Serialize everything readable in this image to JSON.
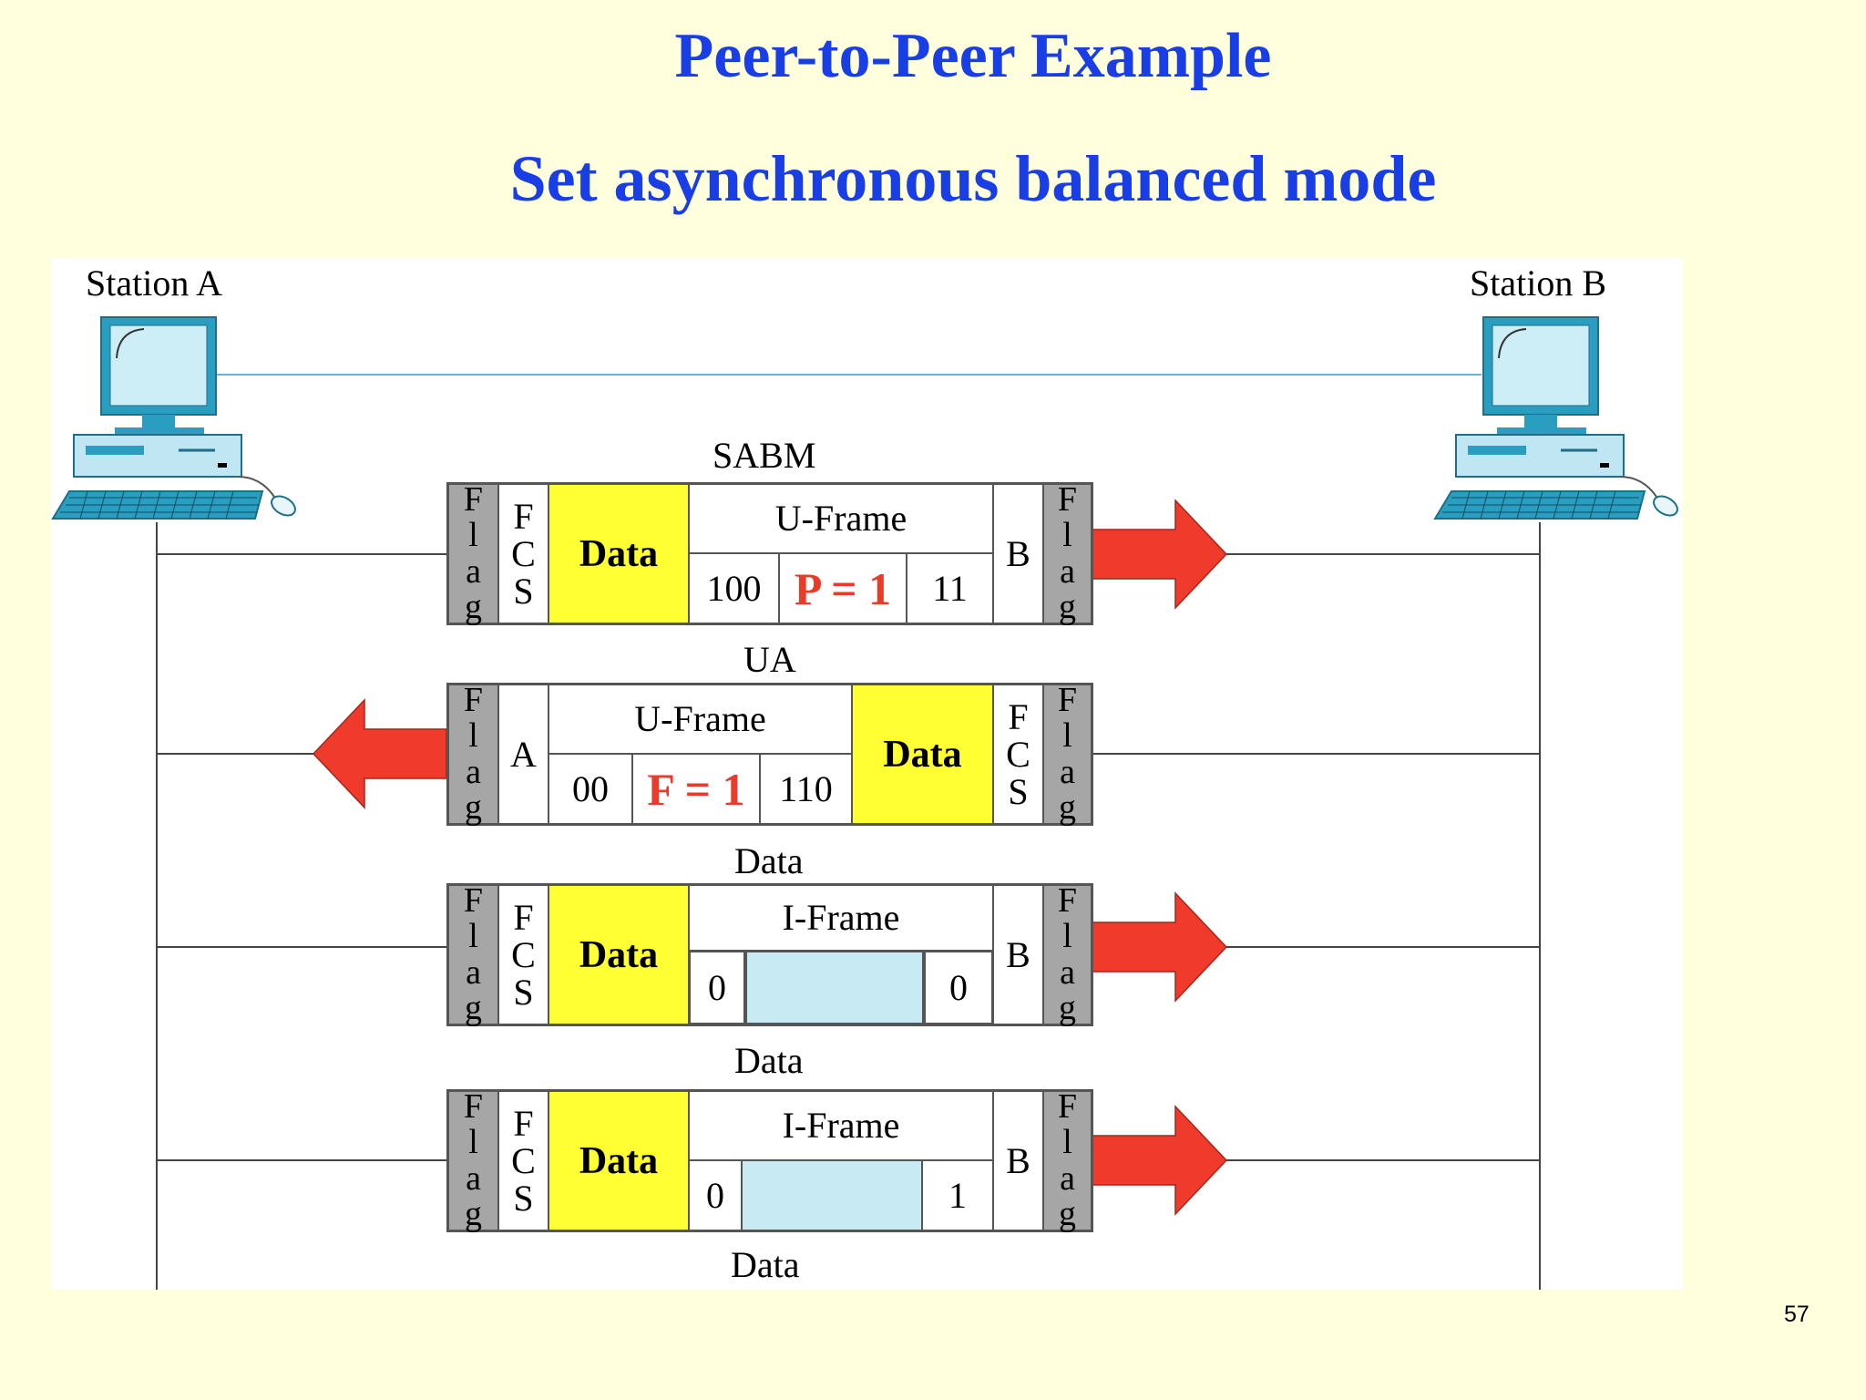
{
  "title": "Peer-to-Peer Example",
  "subtitle": "Set asynchronous balanced mode",
  "station_a": "Station A",
  "station_b": "Station B",
  "page_number": "57",
  "colors": {
    "title": "#1a3ee6",
    "data_field": "#ffff33",
    "flag_field": "#a6a6a6",
    "arrow": "#f03b2c",
    "computer": "#2a9ec0",
    "info_field": "#c8eaf3"
  },
  "frames": [
    {
      "label": "SABM",
      "direction": "A-to-B",
      "flag_left": [
        "F",
        "l",
        "a",
        "g"
      ],
      "fcs": [
        "F",
        "C",
        "S"
      ],
      "data": "Data",
      "frame_type": "U-Frame",
      "bits_left": "100",
      "pf": "P = 1",
      "bits_right": "11",
      "address": "B",
      "flag_right": [
        "F",
        "l",
        "a",
        "g"
      ]
    },
    {
      "label": "UA",
      "direction": "B-to-A",
      "flag_left": [
        "F",
        "l",
        "a",
        "g"
      ],
      "address": "A",
      "frame_type": "U-Frame",
      "bits_left": "00",
      "pf": "F = 1",
      "bits_right": "110",
      "data": "Data",
      "fcs": [
        "F",
        "C",
        "S"
      ],
      "flag_right": [
        "F",
        "l",
        "a",
        "g"
      ]
    },
    {
      "label": "Data",
      "direction": "A-to-B",
      "flag_left": [
        "F",
        "l",
        "a",
        "g"
      ],
      "fcs": [
        "F",
        "C",
        "S"
      ],
      "data": "Data",
      "frame_type": "I-Frame",
      "bits_left": "0",
      "bits_right": "0",
      "address": "B",
      "flag_right": [
        "F",
        "l",
        "a",
        "g"
      ]
    },
    {
      "label": "Data",
      "direction": "A-to-B",
      "flag_left": [
        "F",
        "l",
        "a",
        "g"
      ],
      "fcs": [
        "F",
        "C",
        "S"
      ],
      "data": "Data",
      "frame_type": "I-Frame",
      "bits_left": "0",
      "bits_right": "1",
      "address": "B",
      "flag_right": [
        "F",
        "l",
        "a",
        "g"
      ]
    }
  ],
  "bottom_label": "Data",
  "icons": {
    "station_a_computer": "desktop-computer-icon",
    "station_b_computer": "desktop-computer-icon",
    "arrow_right": "arrow-right-icon",
    "arrow_left": "arrow-left-icon"
  }
}
